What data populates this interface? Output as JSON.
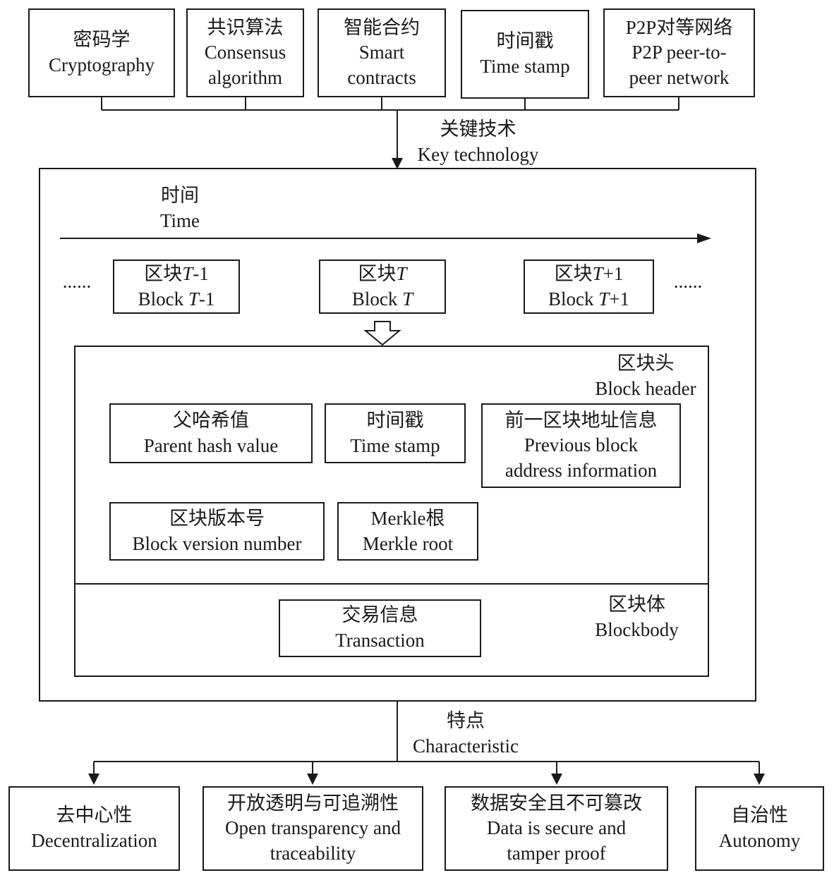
{
  "top_boxes": [
    {
      "lines": [
        "密码学",
        "Cryptography"
      ]
    },
    {
      "lines": [
        "共识算法",
        "Consensus",
        "algorithm"
      ]
    },
    {
      "lines": [
        "智能合约",
        "Smart",
        "contracts"
      ]
    },
    {
      "lines": [
        "时间戳",
        "Time stamp"
      ]
    },
    {
      "lines": [
        "P2P对等网络",
        "P2P peer-to-",
        "peer network"
      ]
    }
  ],
  "key_technology": {
    "lines": [
      "关键技术",
      "Key technology"
    ]
  },
  "time_label": {
    "lines": [
      "时间",
      "Time"
    ]
  },
  "ellipsis": {
    "left": "......",
    "right": "......"
  },
  "blocks": [
    {
      "zh_pre": "区块",
      "var": "T",
      "suf": "-1",
      "en_pre": "Block "
    },
    {
      "zh_pre": "区块",
      "var": "T",
      "suf": "",
      "en_pre": "Block "
    },
    {
      "zh_pre": "区块",
      "var": "T",
      "suf": "+1",
      "en_pre": "Block "
    }
  ],
  "block_header": {
    "lines": [
      "区块头",
      "Block header"
    ]
  },
  "fields": [
    {
      "lines": [
        "父哈希值",
        "Parent hash value"
      ]
    },
    {
      "lines": [
        "时间戳",
        "Time stamp"
      ]
    },
    {
      "lines": [
        "前一区块地址信息",
        "Previous block",
        "address information"
      ]
    },
    {
      "lines": [
        "区块版本号",
        "Block version number"
      ]
    },
    {
      "lines": [
        "Merkle根",
        "Merkle root"
      ]
    }
  ],
  "block_body": {
    "lines": [
      "区块体",
      "Blockbody"
    ]
  },
  "transaction": {
    "lines": [
      "交易信息",
      "Transaction"
    ]
  },
  "characteristic": {
    "lines": [
      "特点",
      "Characteristic"
    ]
  },
  "features": [
    {
      "lines": [
        "去中心性",
        "Decentralization"
      ]
    },
    {
      "lines": [
        "开放透明与可追溯性",
        "Open transparency and",
        "traceability"
      ]
    },
    {
      "lines": [
        "数据安全且不可篡改",
        "Data is secure and",
        "tamper proof"
      ]
    },
    {
      "lines": [
        "自治性",
        "Autonomy"
      ]
    }
  ]
}
